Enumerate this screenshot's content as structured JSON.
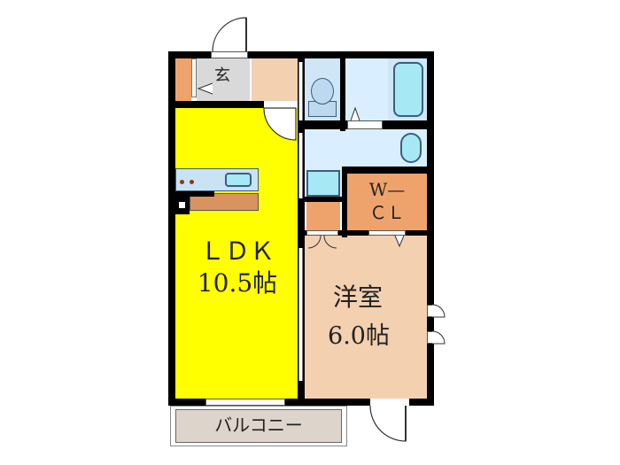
{
  "floorplan": {
    "rooms": {
      "ldk": {
        "name": "ＬＤＫ",
        "size": "10.5帖",
        "color": "#ffff00"
      },
      "western": {
        "name": "洋室",
        "size": "6.0帖",
        "color": "#f3d0b0"
      },
      "wcl": {
        "line1": "W—",
        "line2": "ＣＬ",
        "color": "#eea36c"
      },
      "entrance": {
        "name": "玄",
        "color": "#d9d9d9"
      },
      "balcony": {
        "name": "バルコニー",
        "color": "#ddd5cc"
      },
      "bath": {
        "color": "#cfe6f7"
      },
      "toilet": {
        "color": "#cfe6f7"
      },
      "washroom": {
        "color": "#d9efff"
      }
    },
    "colors": {
      "wall": "#000000",
      "storage_orange": "#eea36c",
      "hall_peach": "#f3d0b0",
      "fixture_blue": "#a7e8f5",
      "kitchen_counter": "#c9e3f5",
      "counter_wood": "#d8935f"
    }
  }
}
